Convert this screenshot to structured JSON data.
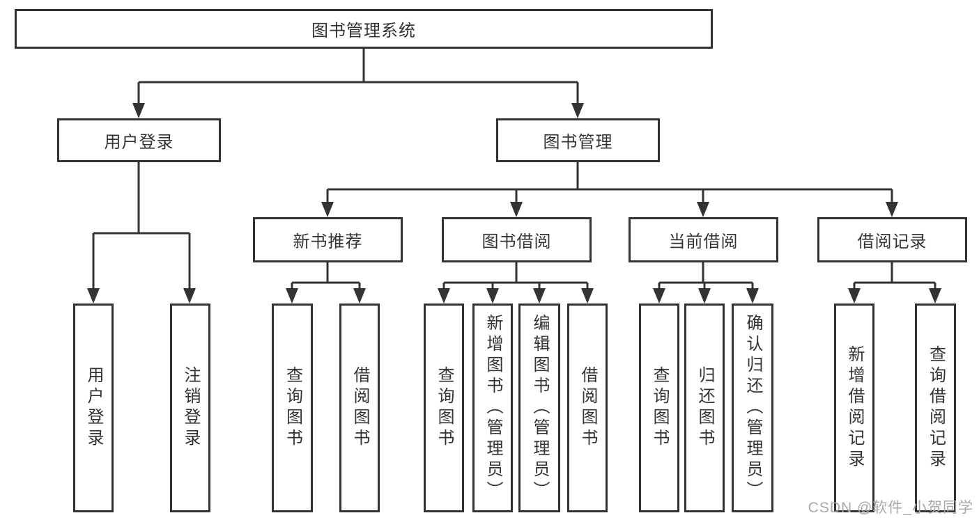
{
  "diagram": {
    "root": {
      "label": "图书管理系统"
    },
    "level1": [
      "用户登录",
      "图书管理"
    ],
    "level2": [
      "新书推荐",
      "图书借阅",
      "当前借阅",
      "借阅记录"
    ],
    "leaves": {
      "login": [
        "用户登录",
        "注销登录"
      ],
      "recommend": [
        "查询图书",
        "借阅图书"
      ],
      "borrow": [
        "查询图书",
        "新增图书（管理员）",
        "编辑图书（管理员）",
        "借阅图书"
      ],
      "current": [
        "查询图书",
        "归还图书",
        "确认归还（管理员）"
      ],
      "records": [
        "新增借阅记录",
        "查询借阅记录"
      ]
    }
  },
  "watermark": "CSDN @软件_小贺同学",
  "colors": {
    "line": "#333333",
    "text": "#333333",
    "watermark": "#a8a8a8",
    "background": "#ffffff"
  }
}
